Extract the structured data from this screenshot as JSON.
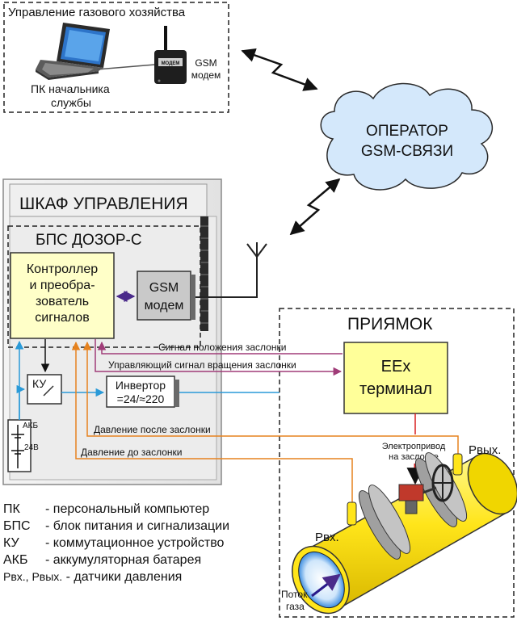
{
  "office": {
    "title": "Управление газового хозяйства",
    "pc_label_line1": "ПК начальника",
    "pc_label_line2": "службы",
    "modem_label_line1": "GSM",
    "modem_label_line2": "модем",
    "modem_badge": "МОДЕМ"
  },
  "operator": {
    "line1": "ОПЕРАТОР",
    "line2": "GSM-СВЯЗИ"
  },
  "cabinet": {
    "title": "ШКАФ УПРАВЛЕНИЯ",
    "bps_title": "БПС  ДОЗОР-С",
    "controller_lines": [
      "Контроллер",
      "и преобра-",
      "зователь",
      "сигналов"
    ],
    "gsm_line1": "GSM",
    "gsm_line2": "модем",
    "ku_label": "КУ",
    "inverter_line1": "Инвертор",
    "inverter_line2": "=24/≈220",
    "akb_label": "АКБ",
    "akb_voltage": "24В"
  },
  "signals": {
    "valve_position": "Сигнал положения заслонки",
    "rotation_control": "Управляющий сигнал вращения заслонки",
    "pressure_after": "Давление после заслонки",
    "pressure_before": "Давление до заслонки"
  },
  "pit": {
    "title": "ПРИЯМОК",
    "terminal_line1": "EEx",
    "terminal_line2": "терминал",
    "actuator_line1": "Электропривод",
    "actuator_line2": "на заслонке",
    "p_out": "Рвых.",
    "p_in": "Рвх.",
    "flow_line1": "Поток",
    "flow_line2": "газа"
  },
  "legend": [
    {
      "abbr": "ПК",
      "desc": "- персональный компьютер"
    },
    {
      "abbr": "БПС",
      "desc": "- блок питания и сигнализации"
    },
    {
      "abbr": "КУ",
      "desc": "- коммутационное устройство"
    },
    {
      "abbr": "АКБ",
      "desc": "- аккумуляторная батарея"
    },
    {
      "abbr": "Рвх., Рвых.",
      "desc": "- датчики давления"
    }
  ],
  "colors": {
    "controller_fill": "#ffffc8",
    "terminal_fill": "#ffff99",
    "pipe": "#ffee22",
    "cloud": "#d4e8fb",
    "signal_position": "#a03c78",
    "signal_pressure": "#e6821e",
    "signal_blue": "#2a9ad8",
    "signal_red": "#d82020",
    "modem_link": "#4a2a8a"
  }
}
